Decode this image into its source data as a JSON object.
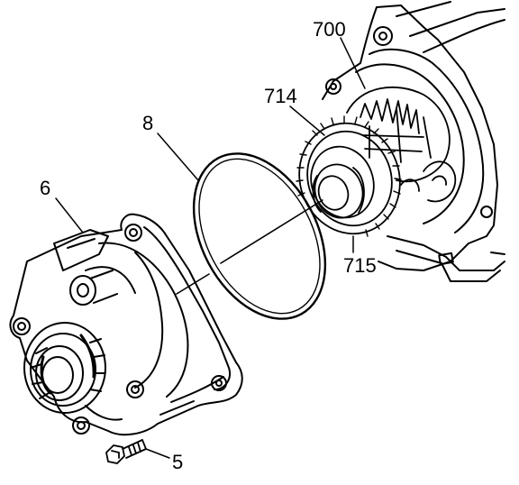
{
  "callouts": {
    "c6": "6",
    "c8": "8",
    "c5": "5",
    "c700": "700",
    "c714": "714",
    "c715": "715"
  },
  "colors": {
    "ink": "#000000",
    "paper": "#ffffff"
  }
}
